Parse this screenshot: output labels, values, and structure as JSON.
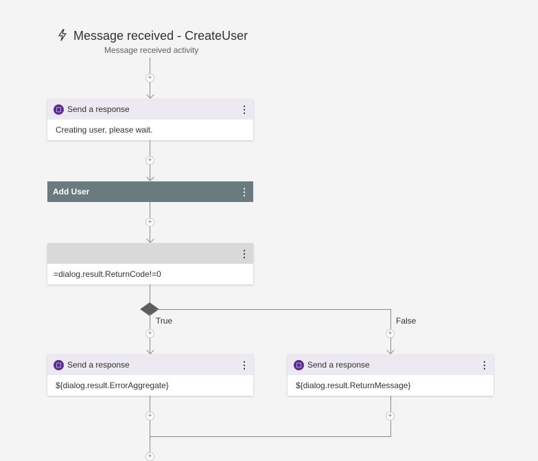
{
  "trigger": {
    "title": "Message received - CreateUser",
    "subtitle": "Message received activity",
    "icon": "lightning-icon"
  },
  "nodes": {
    "send_response_1": {
      "header": "Send a response",
      "body": "Creating user, please wait.",
      "icon": "chat-bubble-icon"
    },
    "add_user": {
      "label": "Add User"
    },
    "condition": {
      "expression": "=dialog.result.ReturnCode!=0"
    },
    "branch_true": {
      "label": "True",
      "header": "Send a response",
      "body": "${dialog.result.ErrorAggregate}"
    },
    "branch_false": {
      "label": "False",
      "header": "Send a response",
      "body": "${dialog.result.ReturnMessage}"
    }
  },
  "controls": {
    "add_symbol": "+",
    "more_symbol": "⋮"
  },
  "colors": {
    "background": "#f4f4f4",
    "card_header": "#ece9f3",
    "response_icon": "#5c2d91",
    "action_block": "#6a7b7f",
    "condition_header": "#d9d9d9",
    "connector": "#8a8886"
  }
}
